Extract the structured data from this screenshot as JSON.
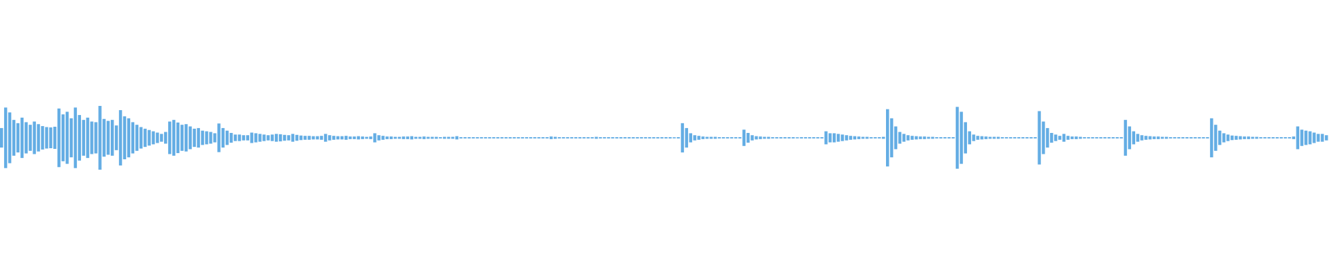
{
  "waveform": {
    "color": "#64ade4",
    "background": "#ffffff",
    "label": "audio waveform",
    "peaks": [
      0.3,
      0.93,
      0.78,
      0.55,
      0.45,
      0.62,
      0.48,
      0.4,
      0.5,
      0.42,
      0.36,
      0.33,
      0.32,
      0.34,
      0.9,
      0.72,
      0.8,
      0.6,
      0.93,
      0.7,
      0.55,
      0.62,
      0.5,
      0.48,
      0.98,
      0.58,
      0.52,
      0.55,
      0.38,
      0.85,
      0.66,
      0.6,
      0.48,
      0.4,
      0.33,
      0.28,
      0.24,
      0.2,
      0.16,
      0.12,
      0.18,
      0.5,
      0.55,
      0.47,
      0.4,
      0.42,
      0.35,
      0.28,
      0.3,
      0.22,
      0.2,
      0.18,
      0.14,
      0.44,
      0.3,
      0.22,
      0.15,
      0.1,
      0.1,
      0.08,
      0.08,
      0.16,
      0.14,
      0.12,
      0.1,
      0.08,
      0.1,
      0.12,
      0.11,
      0.09,
      0.08,
      0.12,
      0.09,
      0.07,
      0.06,
      0.06,
      0.05,
      0.05,
      0.06,
      0.12,
      0.08,
      0.06,
      0.05,
      0.05,
      0.06,
      0.04,
      0.04,
      0.05,
      0.04,
      0.03,
      0.04,
      0.14,
      0.08,
      0.06,
      0.04,
      0.04,
      0.03,
      0.03,
      0.04,
      0.04,
      0.05,
      0.03,
      0.03,
      0.04,
      0.03,
      0.03,
      0.03,
      0.02,
      0.03,
      0.03,
      0.03,
      0.05,
      0.02,
      0.02,
      0.02,
      0.02,
      0.02,
      0.02,
      0.02,
      0.02,
      0.02,
      0.02,
      0.02,
      0.02,
      0.02,
      0.02,
      0.02,
      0.02,
      0.02,
      0.02,
      0.02,
      0.02,
      0.02,
      0.02,
      0.04,
      0.03,
      0.02,
      0.02,
      0.02,
      0.02,
      0.02,
      0.02,
      0.02,
      0.02,
      0.02,
      0.03,
      0.02,
      0.02,
      0.02,
      0.02,
      0.02,
      0.02,
      0.02,
      0.02,
      0.02,
      0.02,
      0.02,
      0.02,
      0.02,
      0.02,
      0.02,
      0.02,
      0.02,
      0.02,
      0.0,
      0.02,
      0.45,
      0.3,
      0.14,
      0.08,
      0.06,
      0.04,
      0.03,
      0.03,
      0.03,
      0.02,
      0.02,
      0.02,
      0.02,
      0.02,
      0.02,
      0.25,
      0.15,
      0.08,
      0.05,
      0.04,
      0.03,
      0.03,
      0.02,
      0.02,
      0.02,
      0.02,
      0.02,
      0.02,
      0.0,
      0.02,
      0.02,
      0.02,
      0.02,
      0.02,
      0.02,
      0.2,
      0.14,
      0.14,
      0.12,
      0.1,
      0.08,
      0.06,
      0.05,
      0.04,
      0.03,
      0.03,
      0.02,
      0.02,
      0.02,
      0.03,
      0.88,
      0.6,
      0.35,
      0.18,
      0.12,
      0.08,
      0.06,
      0.05,
      0.04,
      0.04,
      0.03,
      0.03,
      0.02,
      0.02,
      0.02,
      0.02,
      0.02,
      0.95,
      0.8,
      0.48,
      0.2,
      0.1,
      0.06,
      0.05,
      0.04,
      0.03,
      0.03,
      0.03,
      0.02,
      0.02,
      0.02,
      0.02,
      0.02,
      0.02,
      0.02,
      0.02,
      0.02,
      0.82,
      0.5,
      0.3,
      0.15,
      0.1,
      0.06,
      0.12,
      0.06,
      0.04,
      0.04,
      0.03,
      0.02,
      0.02,
      0.02,
      0.02,
      0.02,
      0.02,
      0.02,
      0.02,
      0.02,
      0.02,
      0.55,
      0.35,
      0.2,
      0.12,
      0.08,
      0.06,
      0.05,
      0.04,
      0.04,
      0.03,
      0.03,
      0.02,
      0.02,
      0.02,
      0.02,
      0.02,
      0.02,
      0.02,
      0.02,
      0.02,
      0.02,
      0.6,
      0.4,
      0.22,
      0.14,
      0.1,
      0.07,
      0.06,
      0.05,
      0.04,
      0.04,
      0.03,
      0.03,
      0.02,
      0.02,
      0.02,
      0.02,
      0.02,
      0.02,
      0.02,
      0.02,
      0.04,
      0.35,
      0.25,
      0.22,
      0.2,
      0.16,
      0.12,
      0.12,
      0.08
    ]
  }
}
